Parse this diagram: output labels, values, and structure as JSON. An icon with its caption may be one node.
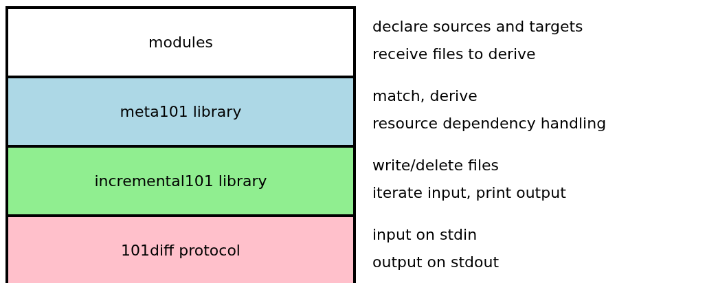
{
  "diagram": {
    "nodes": [
      {
        "text": [
          "modules"
        ],
        "beside": [
          "declare sources and targets",
          "receive files to derive"
        ]
      },
      {
        "text": [
          "meta101 library"
        ],
        "beside": [
          "match, derive",
          "resource dependency handling"
        ]
      },
      {
        "text": [
          "incremental101 library"
        ],
        "beside": [
          "write/delete files",
          "iterate input, print output"
        ]
      },
      {
        "text": [
          "101diff protocol"
        ],
        "beside": [
          "input on stdin",
          "output on stdout"
        ]
      }
    ]
  }
}
